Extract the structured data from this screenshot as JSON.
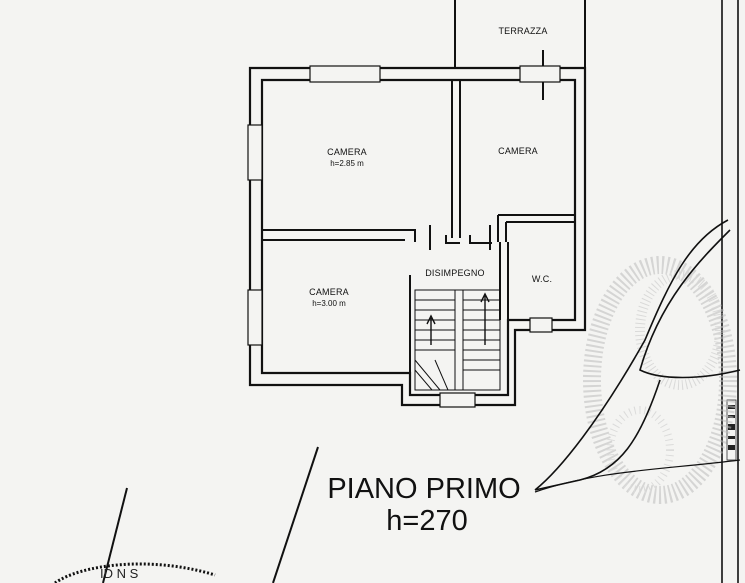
{
  "rooms": [
    {
      "id": "terrazza",
      "label": "TERRAZZA",
      "height": ""
    },
    {
      "id": "camera-1",
      "label": "CAMERA",
      "height": "h=2.85 m"
    },
    {
      "id": "camera-2",
      "label": "CAMERA",
      "height": ""
    },
    {
      "id": "disimpegno",
      "label": "DISIMPEGNO",
      "height": ""
    },
    {
      "id": "wc",
      "label": "W.C.",
      "height": ""
    },
    {
      "id": "camera-3",
      "label": "CAMERA",
      "height": "h=3.00 m"
    }
  ],
  "floor": {
    "title": "PIANO PRIMO",
    "height": "h=270"
  },
  "colors": {
    "ink": "#111111",
    "paper": "#f4f4f2",
    "scribble": "#9a9a9a"
  }
}
